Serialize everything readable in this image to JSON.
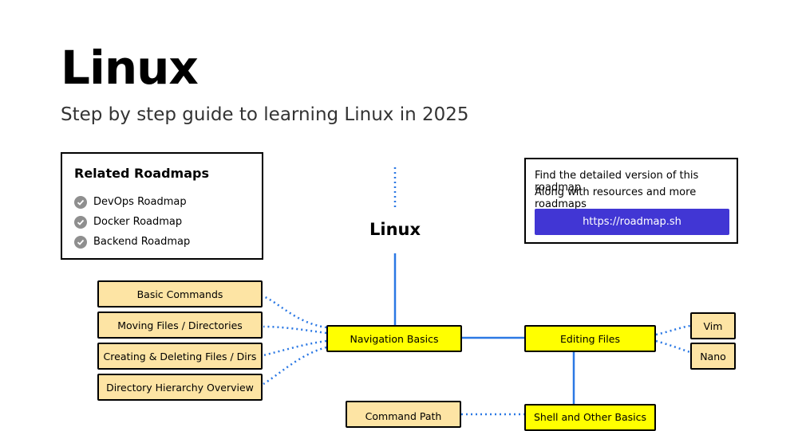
{
  "title": "Linux",
  "subtitle": "Step by step guide to learning Linux in 2025",
  "related": {
    "heading": "Related Roadmaps",
    "items": [
      "DevOps Roadmap",
      "Docker Roadmap",
      "Backend Roadmap"
    ]
  },
  "info": {
    "line1": "Find the detailed version of this roadmap",
    "line2": "Along with resources and more roadmaps",
    "button_label": "https://roadmap.sh"
  },
  "roadmap": {
    "root": "Linux",
    "navigation_basics": "Navigation Basics",
    "editing_files": "Editing Files",
    "shell_basics": "Shell and Other Basics",
    "navigation_subtopics": [
      "Basic Commands",
      "Moving Files / Directories",
      "Creating & Deleting Files / Dirs",
      "Directory Hierarchy Overview"
    ],
    "editing_subtopics": [
      "Vim",
      "Nano"
    ],
    "shell_subtopics": [
      "Command Path"
    ]
  },
  "colors": {
    "topic": "#ffff00",
    "subtopic": "#fde4a4",
    "connector": "#2b78e4",
    "button": "#4136d4"
  }
}
